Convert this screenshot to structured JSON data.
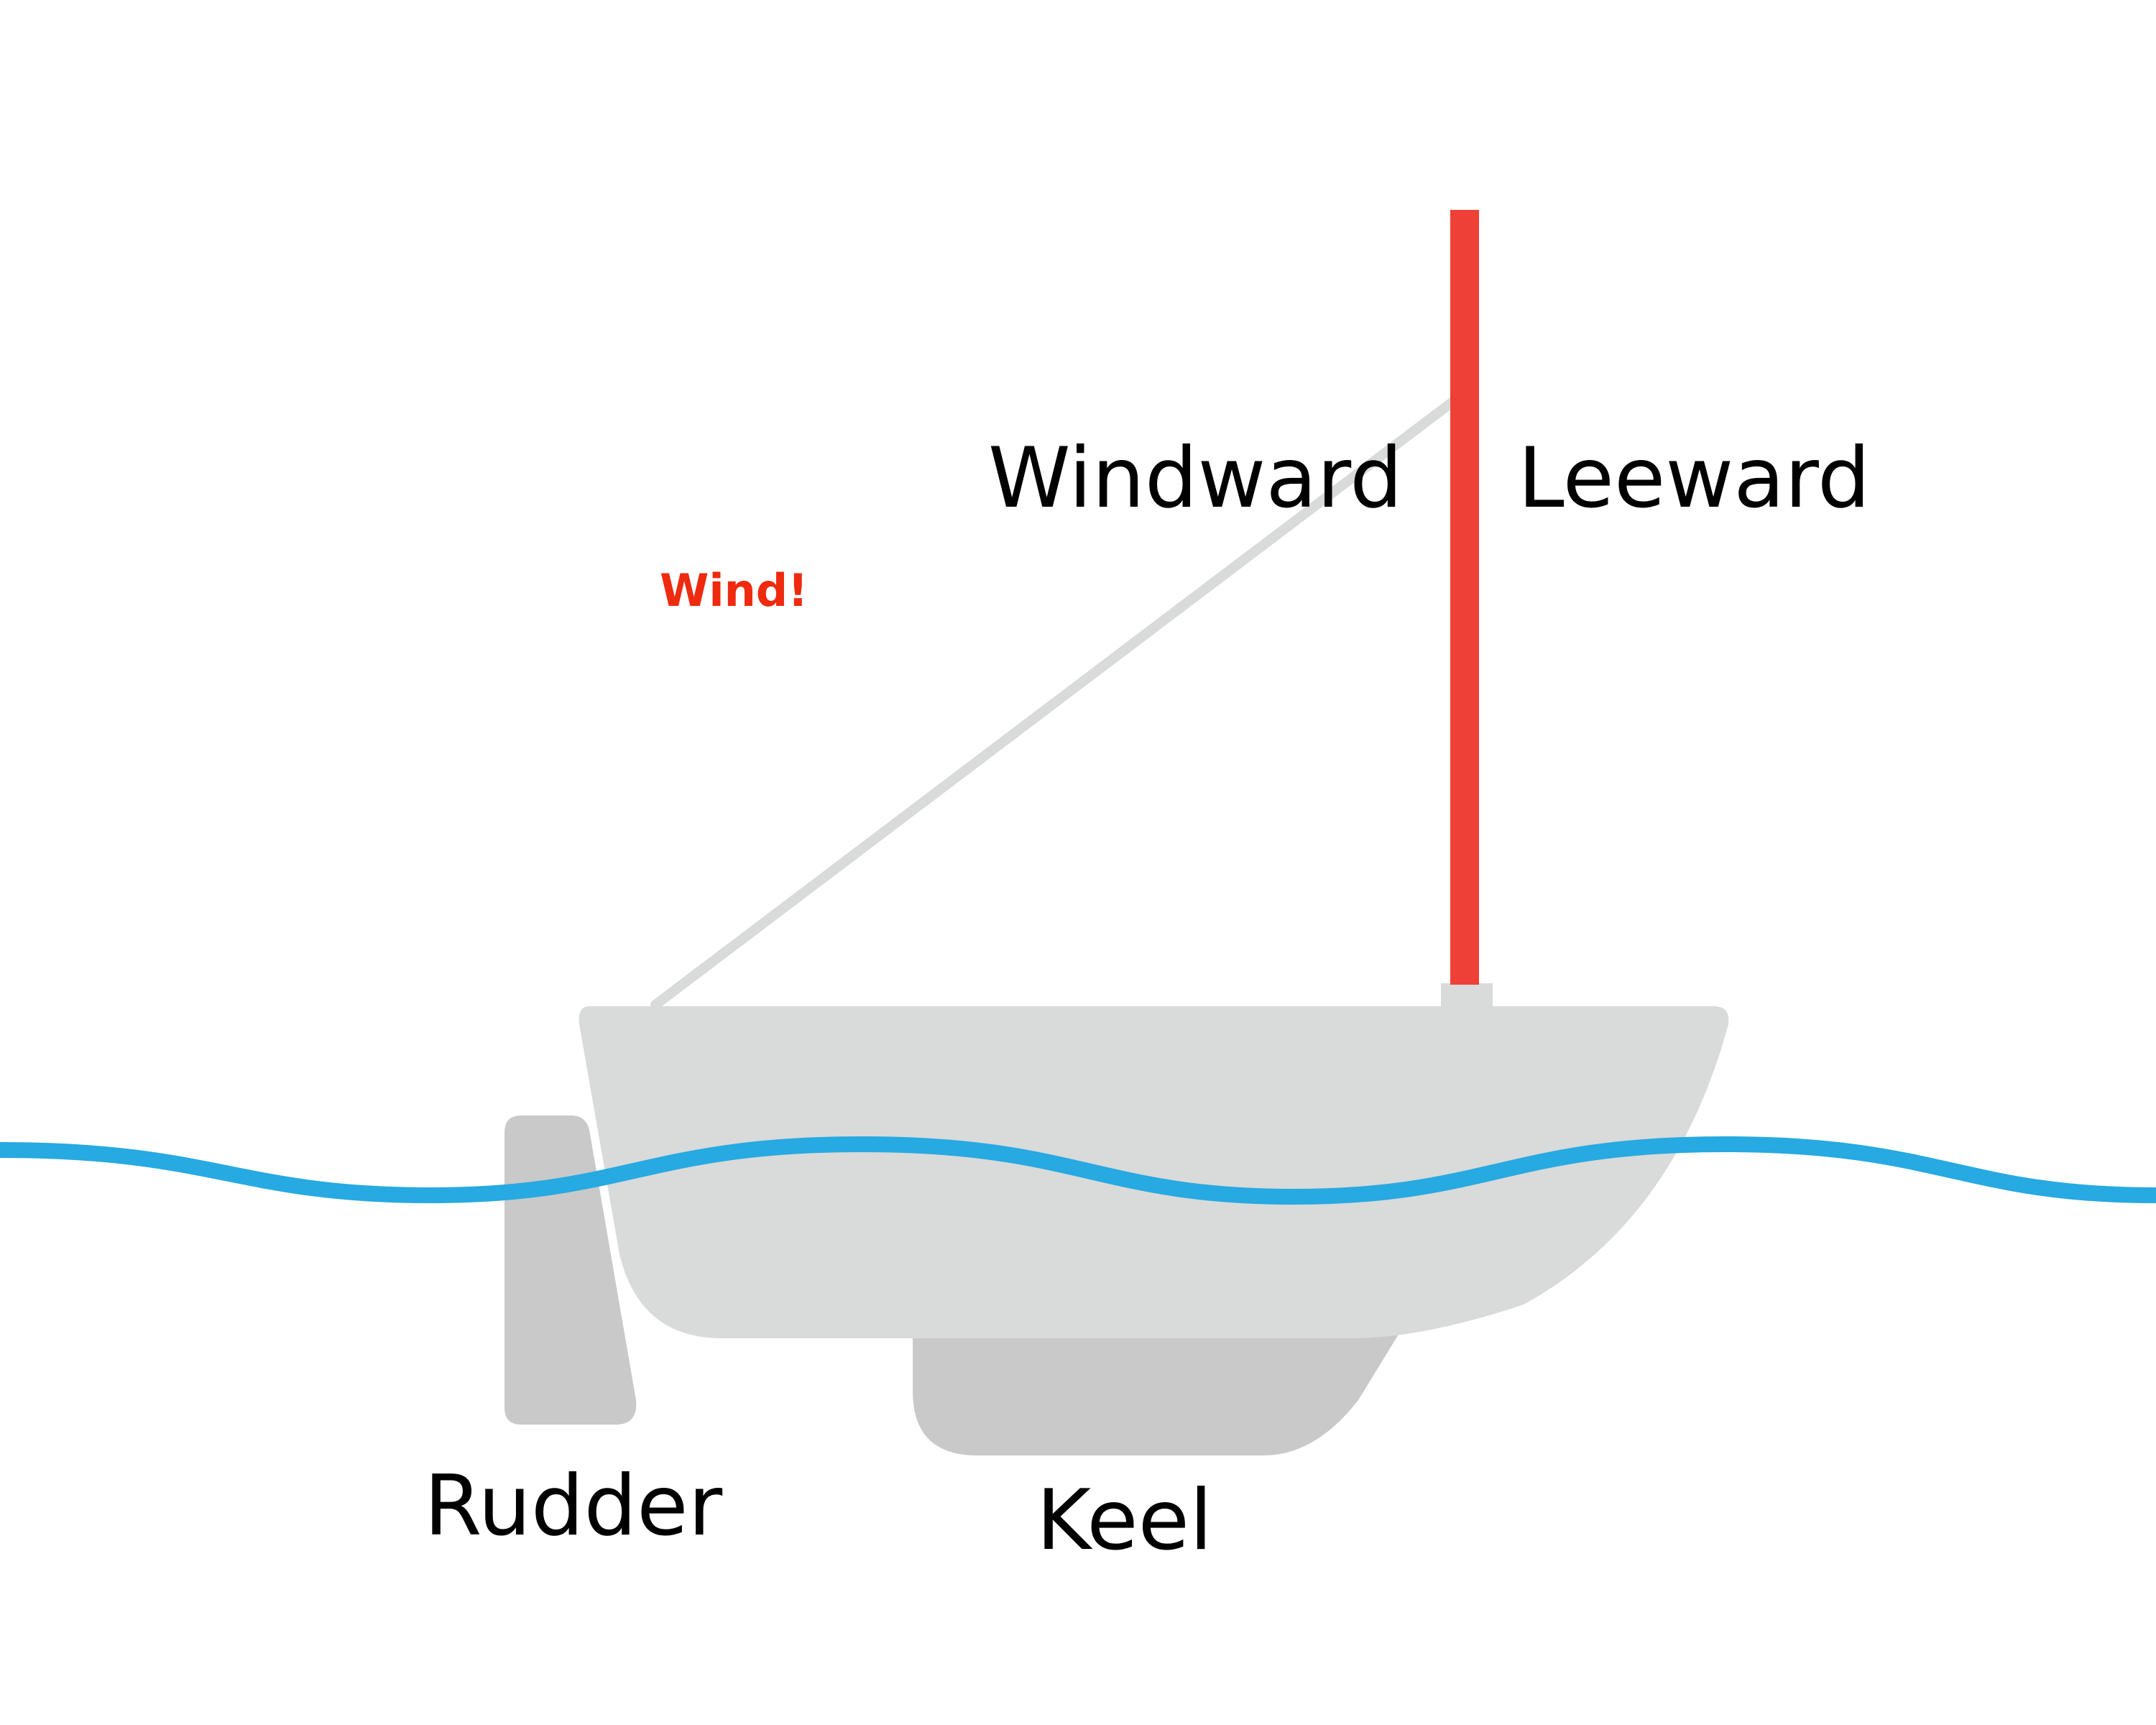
{
  "labels": {
    "windward": "Windward",
    "leeward": "Leeward",
    "wind": "Wind!",
    "rudder": "Rudder",
    "keel": "Keel"
  },
  "colors": {
    "mast": "#ee4036",
    "hull": "#d9dada",
    "keel": "#c9c9c9",
    "rudder": "#c9c9c9",
    "stay": "#d9dada",
    "water": "#27a9e1",
    "wind_label": "#ee2a0f",
    "text": "#000000",
    "background": "#ffffff"
  }
}
